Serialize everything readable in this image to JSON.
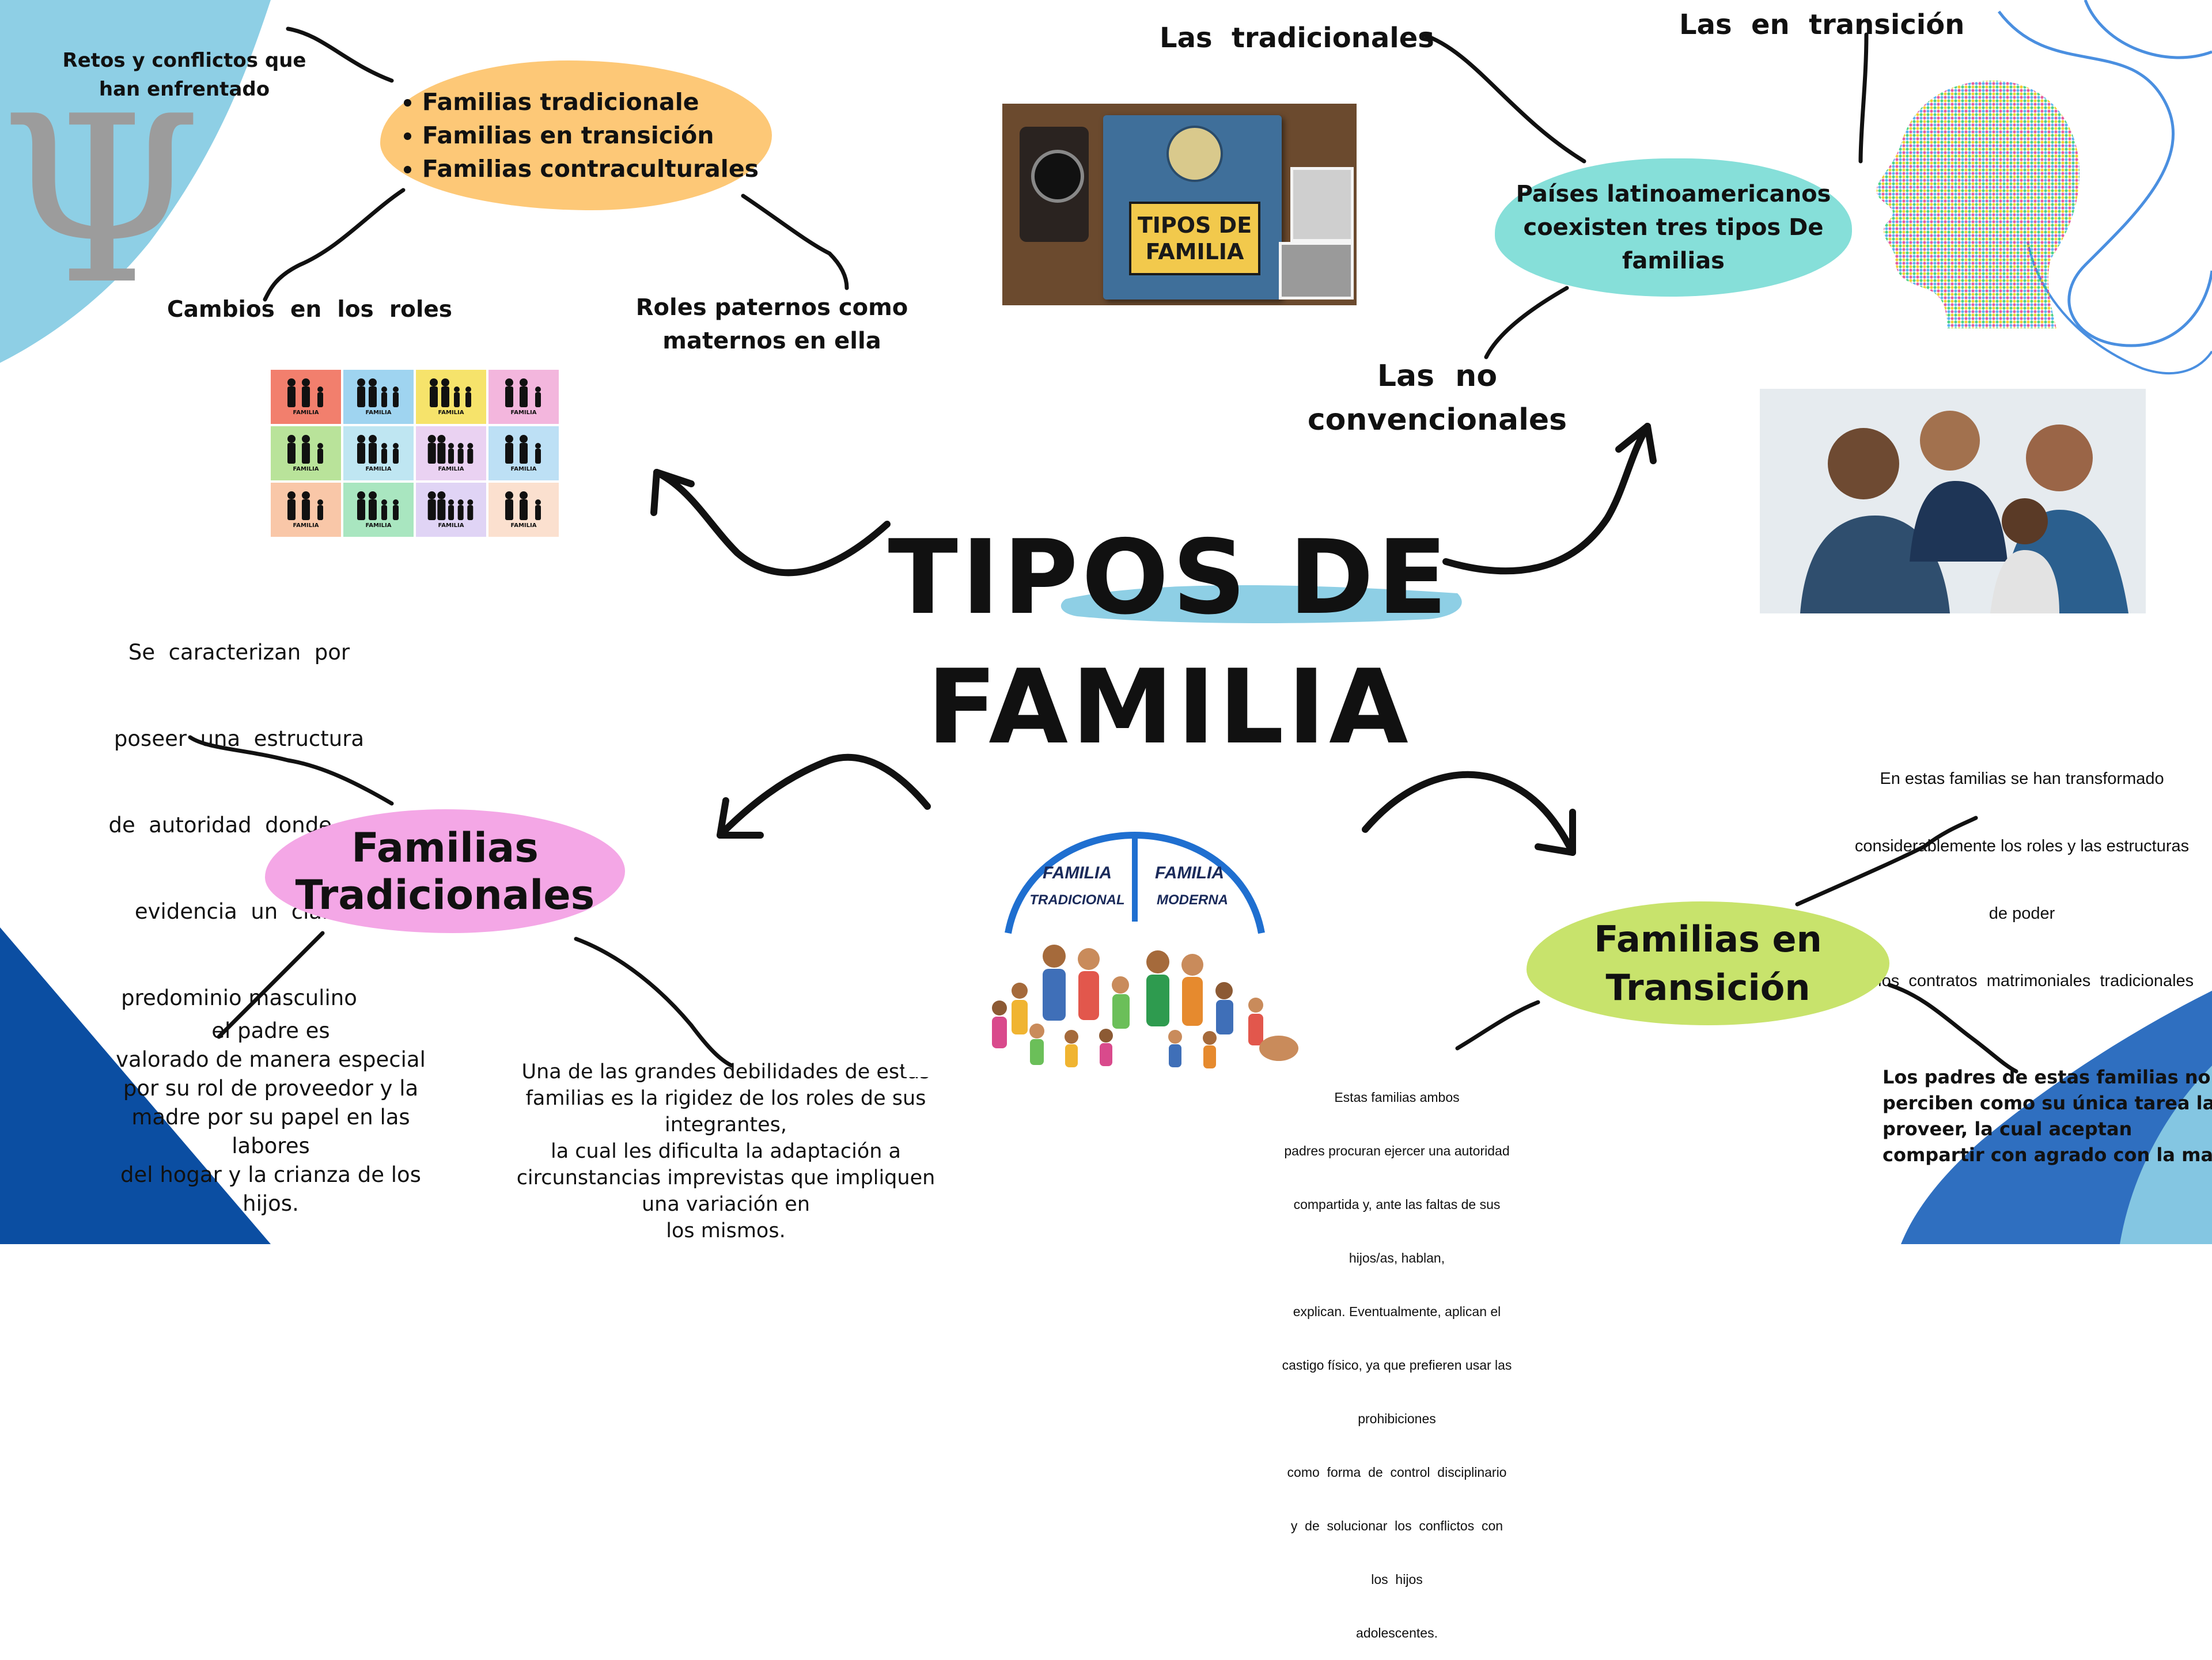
{
  "title": {
    "line1": "TIPOS DE",
    "line2": "FAMILIA"
  },
  "top_left": {
    "bullets": [
      "Familias tradicionale",
      "Familias en transición",
      "Familias contraculturales"
    ],
    "label_retos_1": "Retos y conflictos que",
    "label_retos_2": "han enfrentado",
    "label_cambios": "Cambios  en  los  roles",
    "label_roles_1": "Roles paternos como",
    "label_roles_2": "maternos en ella"
  },
  "top_right": {
    "label_tradicionales": "Las  tradicionales",
    "label_transicion": "Las  en  transición",
    "blob_lines": [
      "Países latinoamericanos",
      "coexisten tres tipos De",
      "familias"
    ],
    "label_no_1": "Las  no",
    "label_no_2": "convencionales"
  },
  "book_image": {
    "line1": "TIPOS DE",
    "line2": "FAMILIA"
  },
  "pictogram_grid": {
    "caption": "FAMILIA"
  },
  "family_diagram": {
    "left_1": "FAMILIA",
    "left_2": "TRADICIONAL",
    "right_1": "FAMILIA",
    "right_2": "MODERNA"
  },
  "bottom_left": {
    "blob_line1": "Familias",
    "blob_line2": "Tradicionales",
    "desc_lines": [
      "Se  caracterizan  por",
      "poseer  una  estructura",
      "de  autoridad  donde  se",
      "evidencia  un  claro",
      "predominio masculino"
    ],
    "padre_lines": [
      "el padre es",
      "valorado de manera especial",
      "por su rol de proveedor y la",
      "madre por su papel en las",
      "labores",
      "del hogar y la crianza de los",
      "hijos."
    ],
    "debilidad_lines": [
      "Una de las grandes debilidades de estas",
      "familias es la rigidez de los roles de sus",
      "integrantes,",
      "la cual les dificulta la adaptación a",
      "circunstancias imprevistas que impliquen",
      "una variación en",
      "los mismos."
    ]
  },
  "bottom_right": {
    "blob_line1": "Familias en",
    "blob_line2": "Transición",
    "transform_lines": [
      "En estas familias se han transformado",
      "considerablemente los roles y las estructuras",
      "de poder",
      "de  los  contratos  matrimoniales  tradicionales"
    ],
    "ambos_lines": [
      "Estas familias ambos",
      "padres procuran ejercer una autoridad",
      "compartida y, ante las faltas de sus",
      "hijos/as, hablan,",
      "explican. Eventualmente, aplican el",
      "castigo físico, ya que prefieren usar las",
      "prohibiciones",
      "como  forma  de  control  disciplinario",
      "y  de  solucionar  los  conflictos  con",
      "los  hijos",
      "adolescentes."
    ],
    "padres_lines": [
      "Los padres de estas familias no",
      "perciben como su única tarea la de",
      "proveer, la cual aceptan",
      "compartir con agrado con la madre"
    ]
  },
  "colors": {
    "orange_blob": "#fdc877",
    "teal_blob": "#86dfd9",
    "pink_blob": "#f4a7e6",
    "green_blob": "#c8e36c",
    "light_blue": "#8ecfe5",
    "dark_blue": "#0b4ea2",
    "ink": "#111111"
  }
}
